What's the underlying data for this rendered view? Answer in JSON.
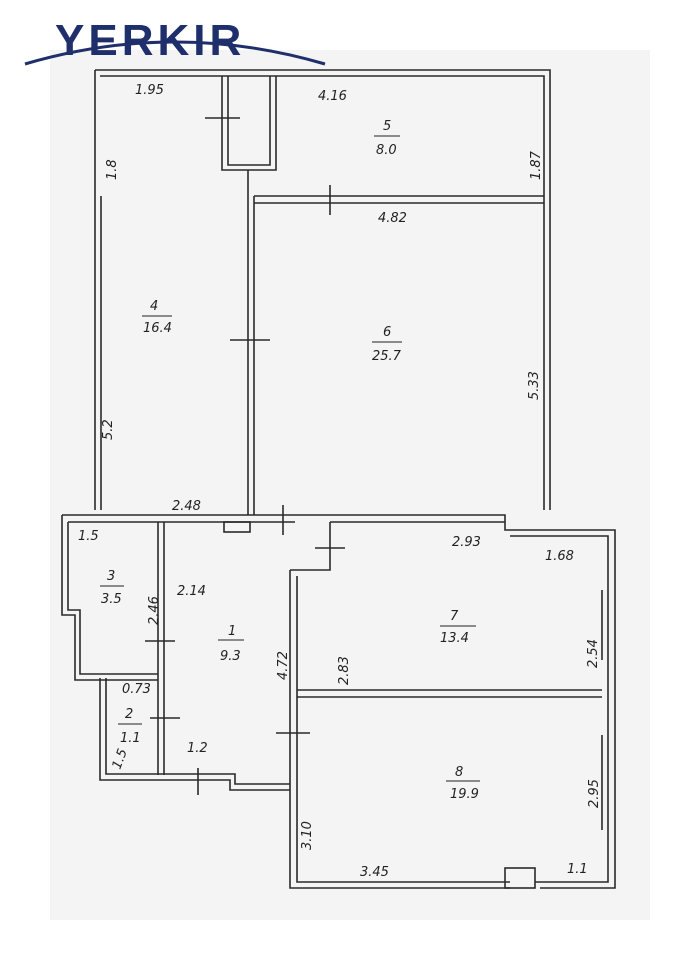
{
  "logo": {
    "text": "YERKIR",
    "color": "#1f2f6b"
  },
  "rooms": [
    {
      "number": "1",
      "area": "9.3"
    },
    {
      "number": "2",
      "area": "1.1"
    },
    {
      "number": "3",
      "area": "3.5"
    },
    {
      "number": "4",
      "area": "16.4"
    },
    {
      "number": "5",
      "area": "8.0"
    },
    {
      "number": "6",
      "area": "25.7"
    },
    {
      "number": "7",
      "area": "13.4"
    },
    {
      "number": "8",
      "area": "19.9"
    }
  ],
  "dimensions": [
    "1.95",
    "4.16",
    "1.8",
    "1.87",
    "4.82",
    "5.2",
    "5.33",
    "2.48",
    "1.5",
    "2.93",
    "1.68",
    "2.14",
    "2.46",
    "2.83",
    "4.72",
    "2.54",
    "0.73",
    "1.2",
    "1.5",
    "2.95",
    "3.10",
    "3.45",
    "1.1"
  ]
}
